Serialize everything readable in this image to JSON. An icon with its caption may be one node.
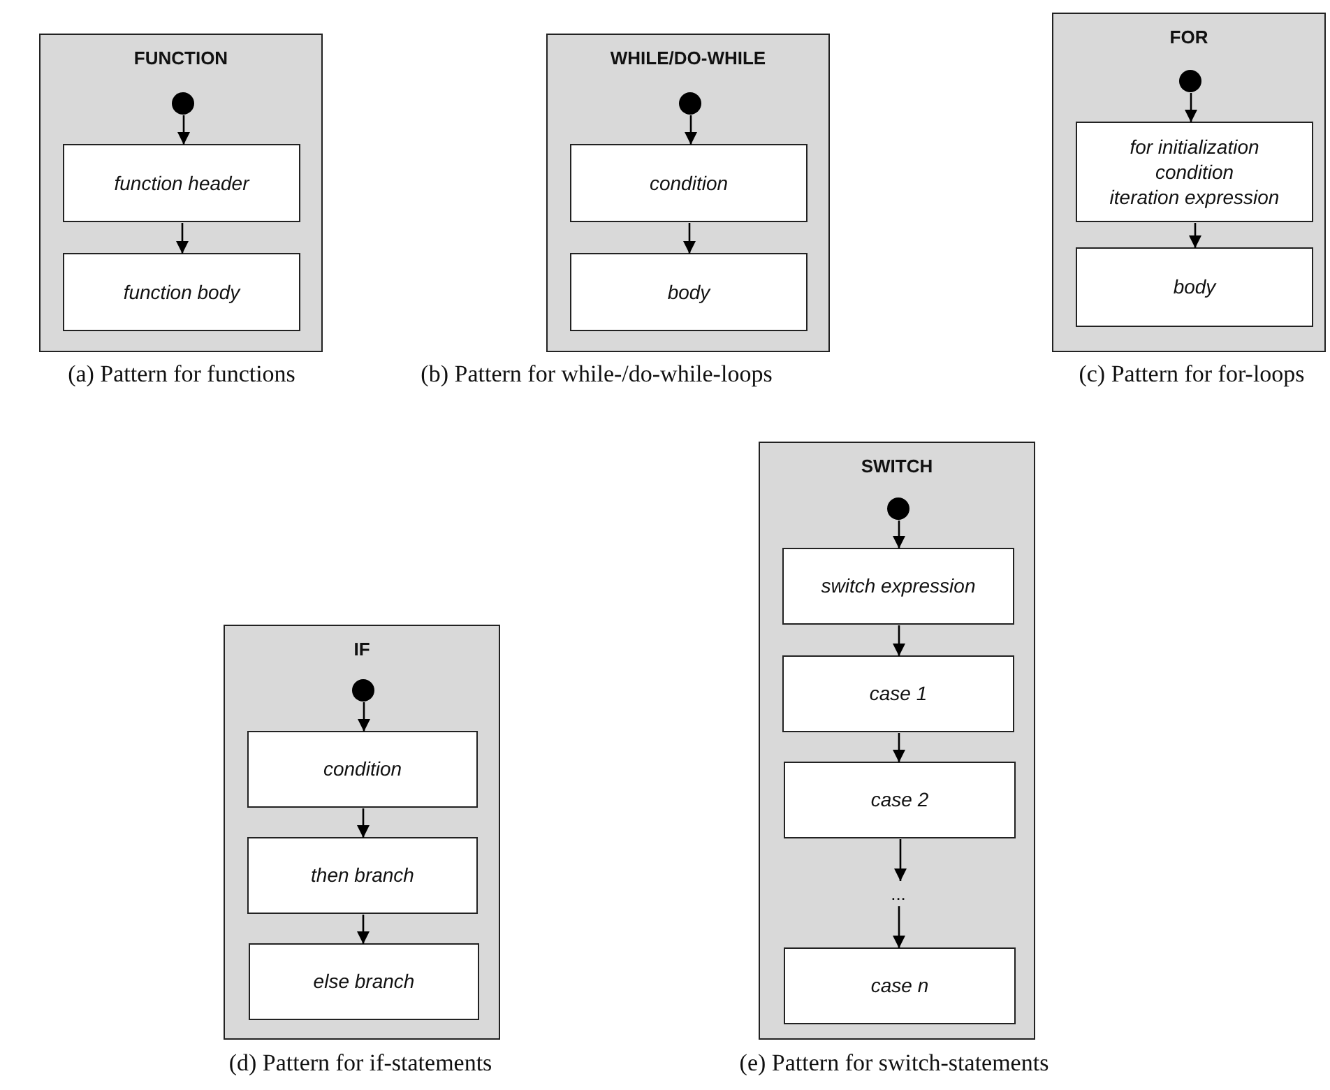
{
  "diagram": {
    "nodes": [
      {
        "text": [
          "FUNCTION"
        ],
        "beside": [
          "(a) Pattern for functions"
        ]
      },
      {
        "text": [],
        "shape": "circle",
        "in": 0
      },
      {
        "text": [
          "function header"
        ],
        "in": 0
      },
      {
        "text": [
          "function body"
        ],
        "in": 0
      },
      {
        "text": [
          "WHILE/DO-WHILE"
        ],
        "beside": [
          "(b) Pattern for while-/do-while-loops"
        ]
      },
      {
        "text": [],
        "shape": "circle",
        "in": 4
      },
      {
        "text": [
          "condition"
        ],
        "in": 4
      },
      {
        "text": [
          "body"
        ],
        "in": 4
      },
      {
        "text": [
          "FOR"
        ],
        "beside": [
          "(c) Pattern for for-loops"
        ]
      },
      {
        "text": [],
        "shape": "circle",
        "in": 8
      },
      {
        "text": [
          "for initialization",
          "condition",
          "iteration expression"
        ],
        "in": 8
      },
      {
        "text": [
          "body"
        ],
        "in": 8
      },
      {
        "text": [
          "IF"
        ],
        "beside": [
          "(d) Pattern for if-statements"
        ]
      },
      {
        "text": [],
        "shape": "circle",
        "in": 12
      },
      {
        "text": [
          "condition"
        ],
        "in": 12
      },
      {
        "text": [
          "then branch"
        ],
        "in": 12
      },
      {
        "text": [
          "else branch"
        ],
        "in": 12
      },
      {
        "text": [
          "SWITCH"
        ],
        "beside": [
          "(e) Pattern for switch-statements"
        ]
      },
      {
        "text": [],
        "shape": "circle",
        "in": 17
      },
      {
        "text": [
          "switch expression"
        ],
        "in": 17
      },
      {
        "text": [
          "case 1"
        ],
        "in": 17
      },
      {
        "text": [
          "case 2"
        ],
        "in": 17
      },
      {
        "text": [
          "..."
        ],
        "in": 17
      },
      {
        "text": [
          "case n"
        ],
        "in": 17
      }
    ],
    "edges": [
      {
        "from": 1,
        "to": 2,
        "arrow": "to"
      },
      {
        "from": 2,
        "to": 3,
        "arrow": "to"
      },
      {
        "from": 5,
        "to": 6,
        "arrow": "to"
      },
      {
        "from": 6,
        "to": 7,
        "arrow": "to"
      },
      {
        "from": 9,
        "to": 10,
        "arrow": "to"
      },
      {
        "from": 10,
        "to": 11,
        "arrow": "to"
      },
      {
        "from": 13,
        "to": 14,
        "arrow": "to"
      },
      {
        "from": 14,
        "to": 15,
        "arrow": "to"
      },
      {
        "from": 15,
        "to": 16,
        "arrow": "to"
      },
      {
        "from": 18,
        "to": 19,
        "arrow": "to"
      },
      {
        "from": 19,
        "to": 20,
        "arrow": "to"
      },
      {
        "from": 20,
        "to": 21,
        "arrow": "to"
      },
      {
        "from": 21,
        "to": 22,
        "arrow": "to"
      },
      {
        "from": 22,
        "to": 23,
        "arrow": "to"
      }
    ]
  }
}
